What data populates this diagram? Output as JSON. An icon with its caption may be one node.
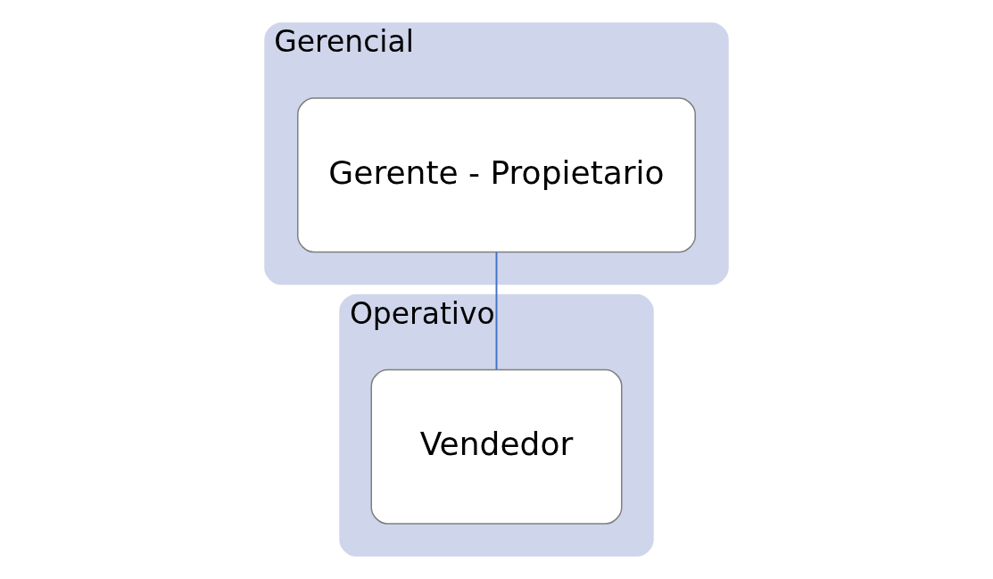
{
  "diagram": {
    "nodes": [
      {
        "text": [
          "Gerencial"
        ]
      },
      {
        "text": [
          "Gerente - Propietario"
        ],
        "in": 0
      },
      {
        "text": [
          "Operativo"
        ]
      },
      {
        "text": [
          "Vendedor"
        ],
        "in": 2
      }
    ],
    "edges": [
      {
        "from": 1,
        "to": 3,
        "arrow": "none"
      }
    ]
  }
}
